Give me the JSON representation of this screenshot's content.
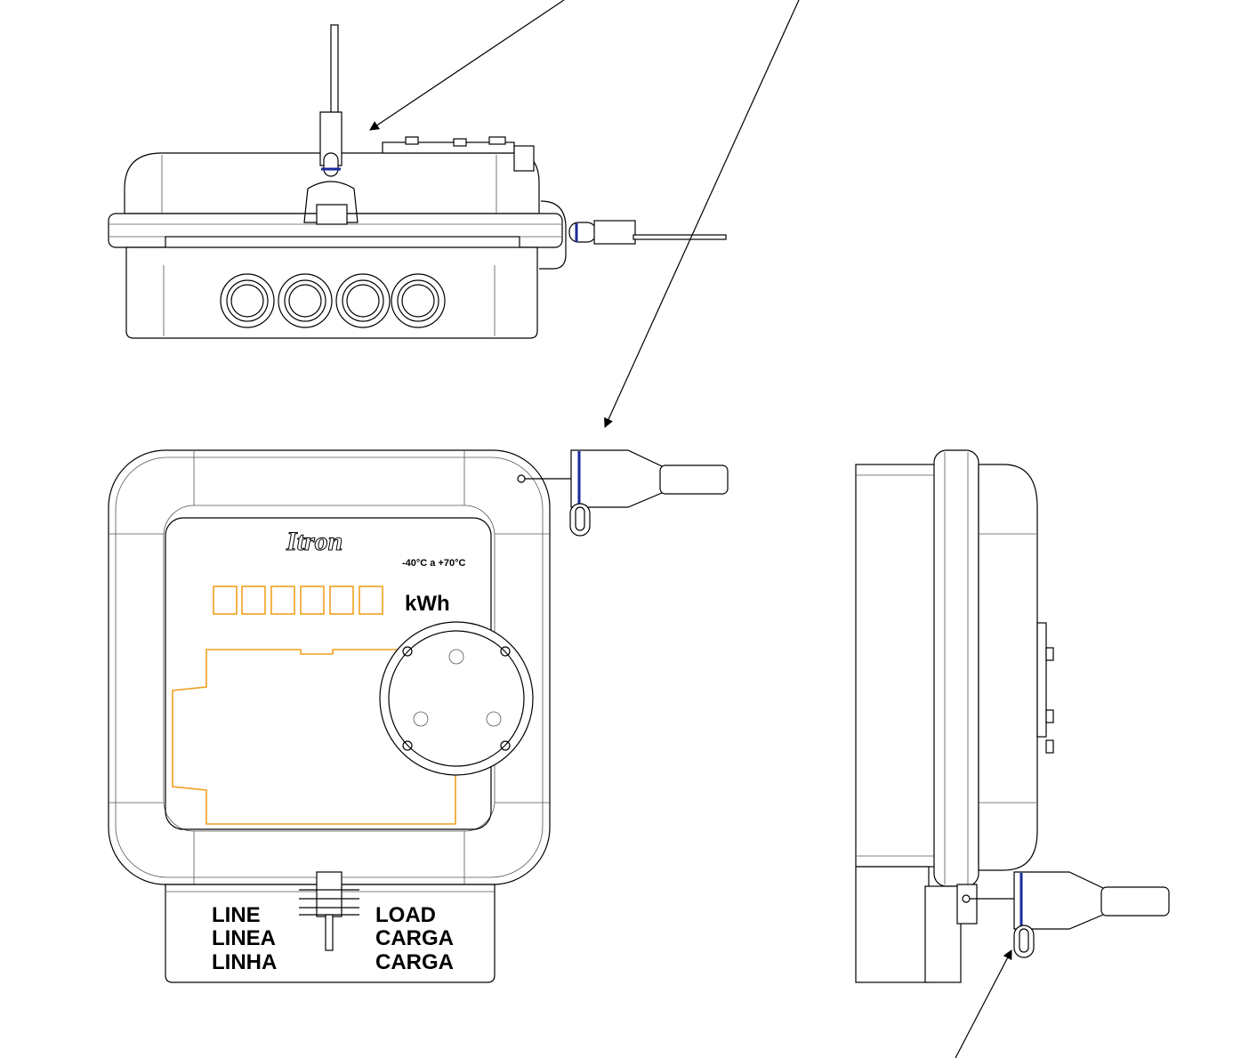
{
  "meter": {
    "brand": "Itron",
    "temperature": "-40°C a +70°C",
    "unit": "kWh"
  },
  "terminals": {
    "line": [
      "LINE",
      "LINEA",
      "LINHA"
    ],
    "load": [
      "LOAD",
      "CARGA",
      "CARGA"
    ]
  },
  "colors": {
    "outline": "#000000",
    "display": "#f0a020",
    "seal": "#1a2a9a"
  }
}
